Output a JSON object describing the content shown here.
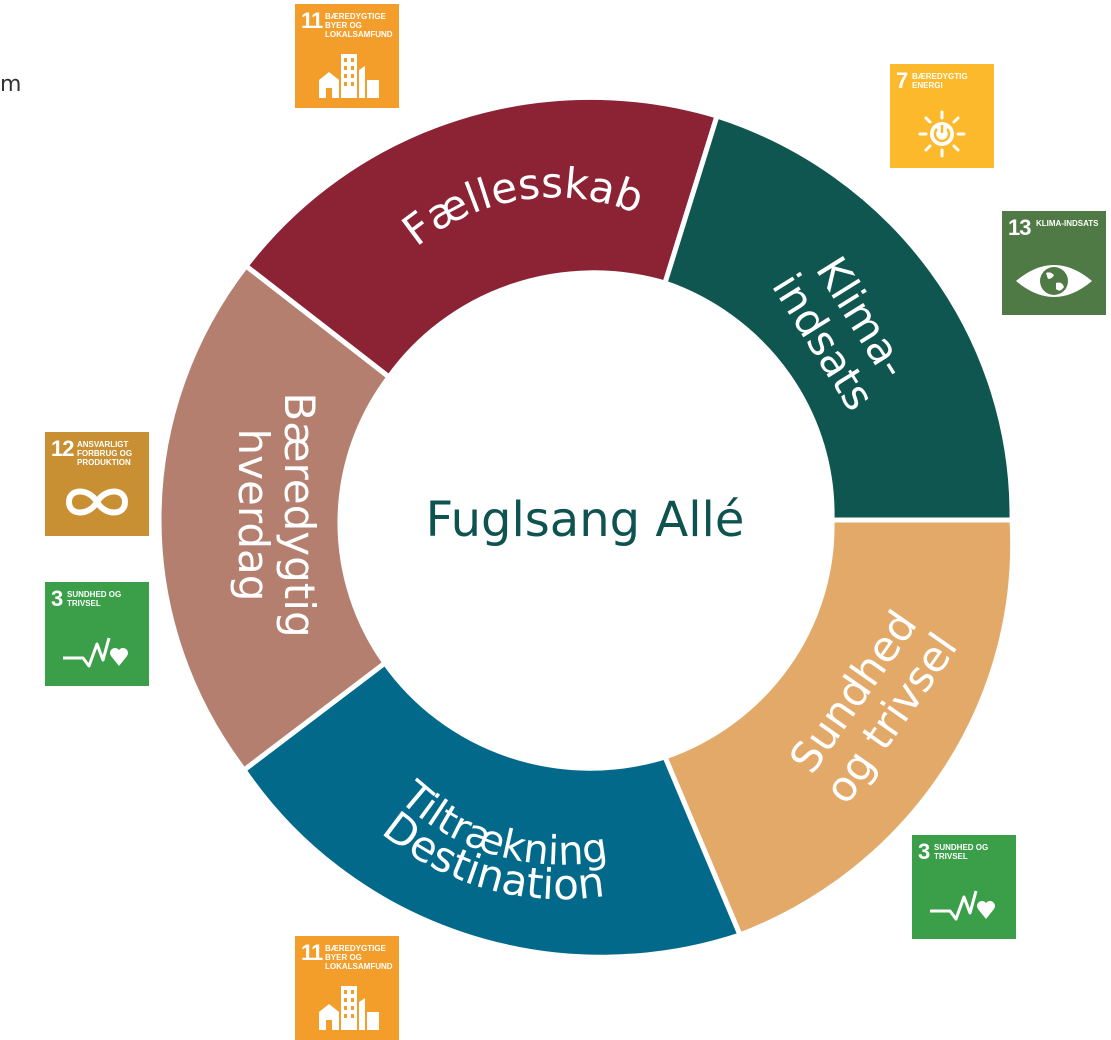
{
  "corner_text": "m",
  "center_title": "Fuglsang Allé",
  "segments": {
    "faellesskab": {
      "label": "Fællesskab",
      "color": "#8b2335"
    },
    "klima": {
      "line1": "Klima-",
      "line2": "indsats",
      "color": "#0e564f"
    },
    "sundhed": {
      "line1": "Sundhed",
      "line2": "og trivsel",
      "color": "#e3a969"
    },
    "tiltraekning": {
      "line1": "Tiltrækning",
      "line2": "Destination",
      "color": "#02698a"
    },
    "baeredygtig": {
      "line1": "Bæredygtig",
      "line2": "hverdag",
      "color": "#b47f6f"
    }
  },
  "sdg_icons": {
    "sdg11_top": {
      "num": "11",
      "label": "BÆREDYGTIGE BYER OG LOKALSAMFUND",
      "color": "#f39d2b",
      "icon": "city-icon"
    },
    "sdg7": {
      "num": "7",
      "label": "BÆREDYGTIG ENERGI",
      "color": "#fcb92b",
      "icon": "sun-power-icon"
    },
    "sdg13": {
      "num": "13",
      "label": "KLIMA-INDSATS",
      "color": "#4f7a45",
      "icon": "earth-eye-icon"
    },
    "sdg12": {
      "num": "12",
      "label": "ANSVARLIGT FORBRUG OG PRODUKTION",
      "color": "#c88f33",
      "icon": "infinity-icon"
    },
    "sdg3_left": {
      "num": "3",
      "label": "SUNDHED OG TRIVSEL",
      "color": "#3a9f48",
      "icon": "heartbeat-icon"
    },
    "sdg3_right": {
      "num": "3",
      "label": "SUNDHED OG TRIVSEL",
      "color": "#3a9f48",
      "icon": "heartbeat-icon"
    },
    "sdg11_bottom": {
      "num": "11",
      "label": "BÆREDYGTIGE BYER OG LOKALSAMFUND",
      "color": "#f39d2b",
      "icon": "city-icon"
    }
  }
}
